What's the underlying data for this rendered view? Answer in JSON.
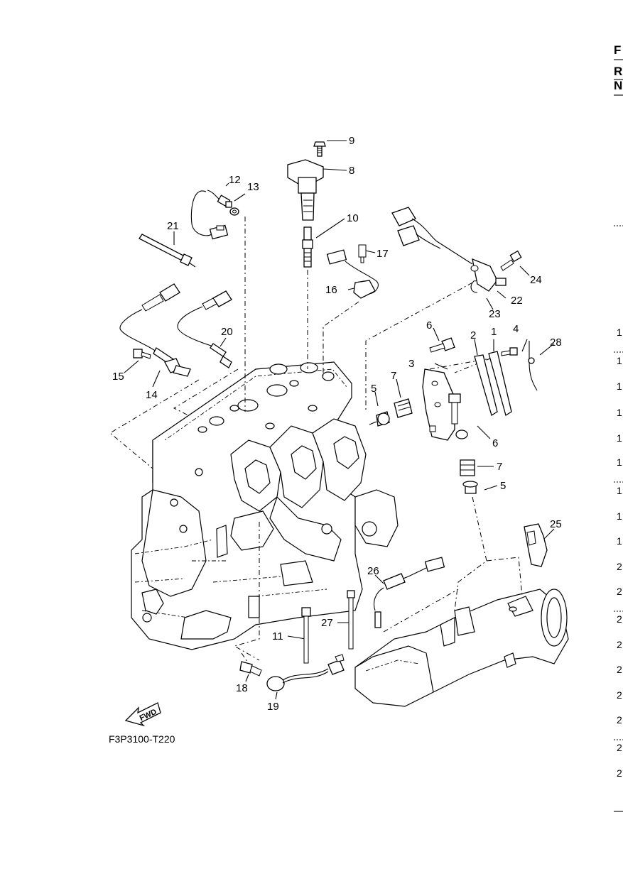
{
  "diagram": {
    "code": "F3P3100-T220",
    "fwd_label": "FWD",
    "callouts": [
      {
        "id": "c1",
        "text": "1"
      },
      {
        "id": "c2",
        "text": "2"
      },
      {
        "id": "c3",
        "text": "3"
      },
      {
        "id": "c4",
        "text": "4"
      },
      {
        "id": "c5a",
        "text": "5"
      },
      {
        "id": "c5b",
        "text": "5"
      },
      {
        "id": "c6a",
        "text": "6"
      },
      {
        "id": "c6b",
        "text": "6"
      },
      {
        "id": "c7a",
        "text": "7"
      },
      {
        "id": "c7b",
        "text": "7"
      },
      {
        "id": "c8",
        "text": "8"
      },
      {
        "id": "c9",
        "text": "9"
      },
      {
        "id": "c10",
        "text": "10"
      },
      {
        "id": "c11",
        "text": "11"
      },
      {
        "id": "c12",
        "text": "12"
      },
      {
        "id": "c13",
        "text": "13"
      },
      {
        "id": "c14",
        "text": "14"
      },
      {
        "id": "c15",
        "text": "15"
      },
      {
        "id": "c16",
        "text": "16"
      },
      {
        "id": "c17",
        "text": "17"
      },
      {
        "id": "c18",
        "text": "18"
      },
      {
        "id": "c19",
        "text": "19"
      },
      {
        "id": "c20",
        "text": "20"
      },
      {
        "id": "c21",
        "text": "21"
      },
      {
        "id": "c22",
        "text": "22"
      },
      {
        "id": "c23",
        "text": "23"
      },
      {
        "id": "c24",
        "text": "24"
      },
      {
        "id": "c25",
        "text": "25"
      },
      {
        "id": "c26",
        "text": "26"
      },
      {
        "id": "c27",
        "text": "27"
      },
      {
        "id": "c28",
        "text": "28"
      }
    ]
  },
  "right_edge": {
    "header_letters": [
      "F",
      "R",
      "N"
    ],
    "digits": [
      "1",
      "1",
      "1",
      "1",
      "1",
      "1",
      "1",
      "1",
      "1",
      "2",
      "2",
      "2",
      "2",
      "2",
      "2",
      "2",
      "2"
    ]
  }
}
